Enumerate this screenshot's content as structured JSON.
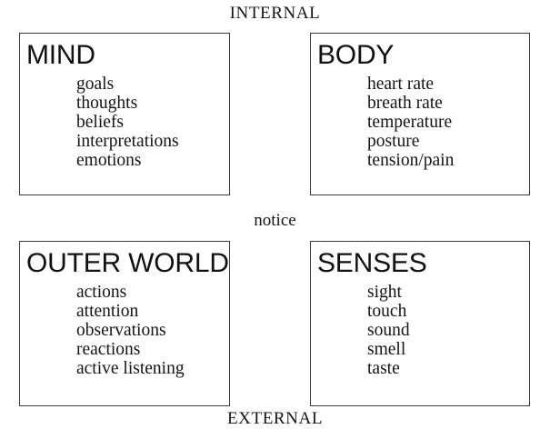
{
  "diagram": {
    "axis_top_label": "INTERNAL",
    "axis_bottom_label": "EXTERNAL",
    "center_label": "notice",
    "border_color": "#3b3b3b",
    "text_color": "#141414",
    "background_color": "#ffffff",
    "quadrants": [
      {
        "id": "mind",
        "title": "MIND",
        "items": [
          "goals",
          "thoughts",
          "beliefs",
          "interpretations",
          "emotions"
        ]
      },
      {
        "id": "body",
        "title": "BODY",
        "items": [
          "heart rate",
          "breath rate",
          "temperature",
          "posture",
          "tension/pain"
        ]
      },
      {
        "id": "outer-world",
        "title": "OUTER WORLD",
        "items": [
          "actions",
          "attention",
          "observations",
          "reactions",
          "active listening"
        ]
      },
      {
        "id": "senses",
        "title": "SENSES",
        "items": [
          "sight",
          "touch",
          "sound",
          "smell",
          "taste"
        ]
      }
    ]
  }
}
